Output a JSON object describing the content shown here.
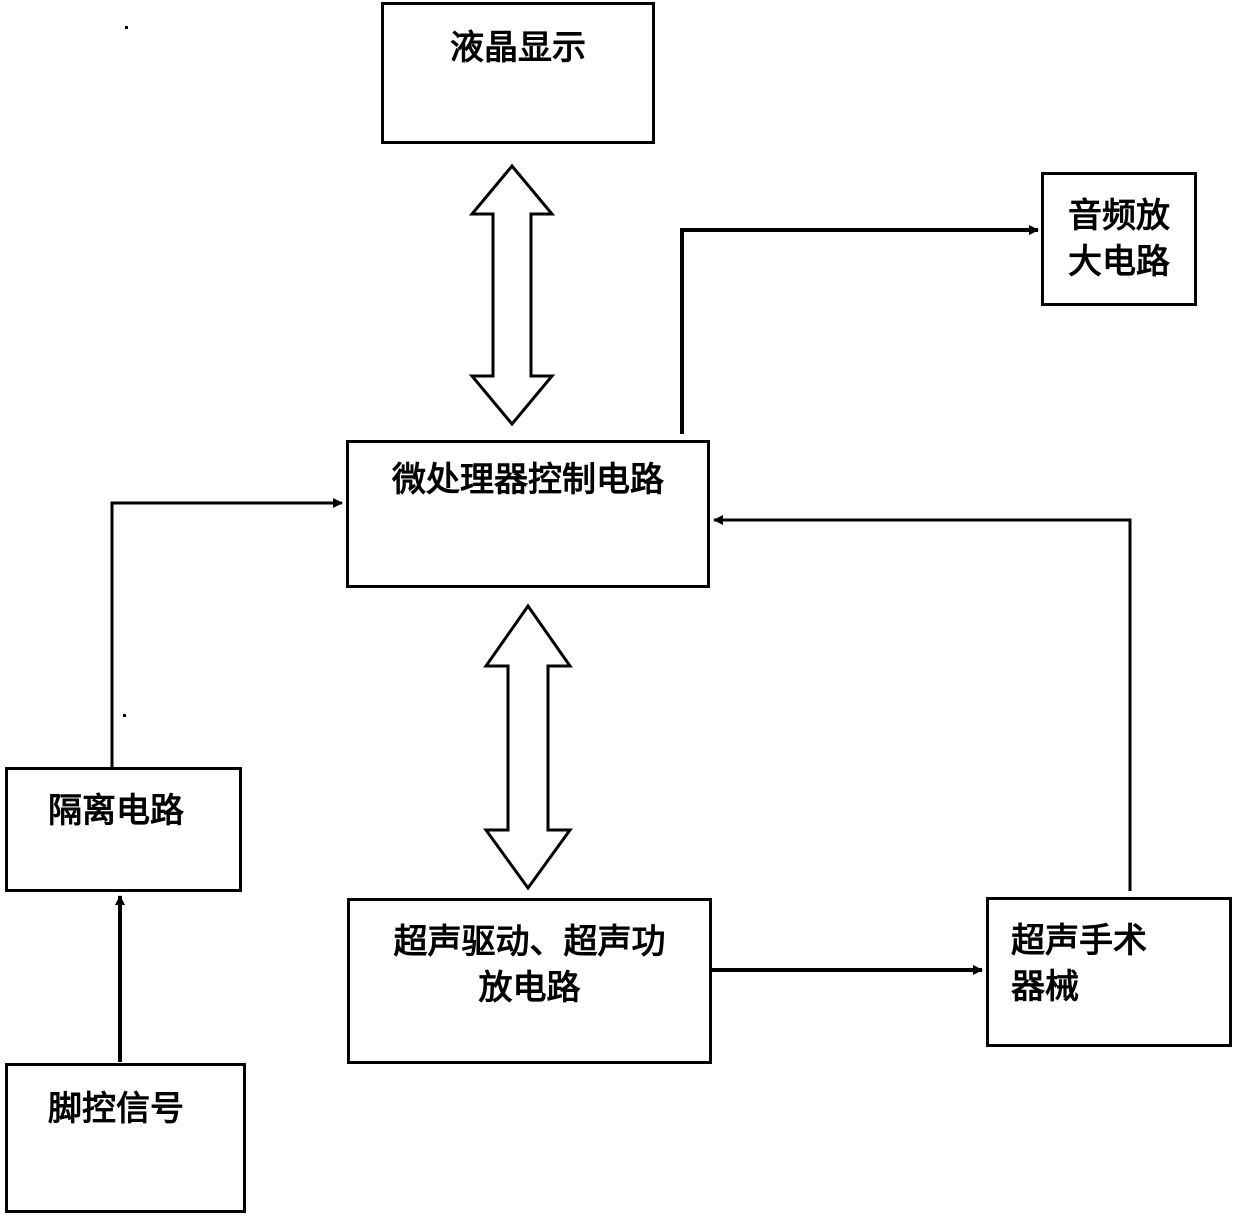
{
  "diagram": {
    "blocks": {
      "lcd": "液晶显示",
      "audio_amp": "音频放\n大电路",
      "mcu": "微处理器控制电路",
      "isolation": "隔离电路",
      "ultrasonic_driver": "超声驱动、超声功\n放电路",
      "ultrasonic_instrument": "超声手术\n器械",
      "foot_signal": "脚控信号"
    }
  }
}
